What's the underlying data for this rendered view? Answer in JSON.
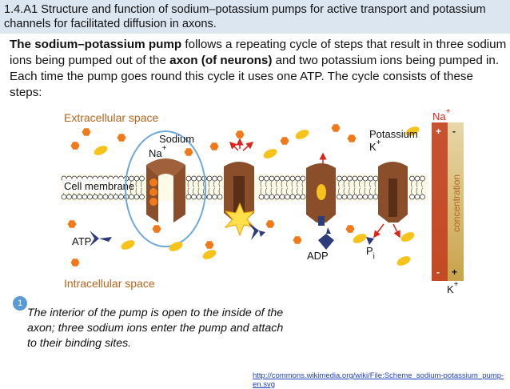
{
  "header": {
    "title": "1.4.A1 Structure and function of sodium–potassium pumps for active transport and potassium channels for facilitated diffusion in axons."
  },
  "intro": {
    "bold_1": "The sodium–potassium pump",
    "text_1": " follows a repeating cycle of steps that result in three sodium ions being pumped out of the ",
    "bold_2": "axon (of neurons)",
    "text_2": " and two potassium ions being pumped in. Each time the pump goes round this cycle it uses one ATP. The cycle consists of these steps:"
  },
  "diagram": {
    "extracellular_label": "Extracellular space",
    "intracellular_label": "Intracellular space",
    "membrane_label": "Cell membrane",
    "sodium_label": "Sodium",
    "sodium_symbol": "Na",
    "potassium_label": "Potassium",
    "potassium_symbol": "K",
    "atp_label": "ATP",
    "adp_label": "ADP",
    "pi_label": "P",
    "pi_subscript": "i",
    "concentration_label": "concentration",
    "na_corner": "Na",
    "k_corner": "K",
    "plus": "+",
    "minus": "-",
    "colors": {
      "sodium": "#f07a1a",
      "potassium": "#f5c31a",
      "pump": "#8a4f2a",
      "atp": "#2d3c7a",
      "concentration": "#c8a34a",
      "outline": "#6fa8dc"
    }
  },
  "step": {
    "number": "1",
    "caption": "The interior of the pump is open to the inside of the axon; three sodium ions enter the pump and attach to their binding sites."
  },
  "source": {
    "link": "http://commons.wikimedia.org/wiki/File:Scheme_sodium-potassium_pump-en.svg"
  }
}
